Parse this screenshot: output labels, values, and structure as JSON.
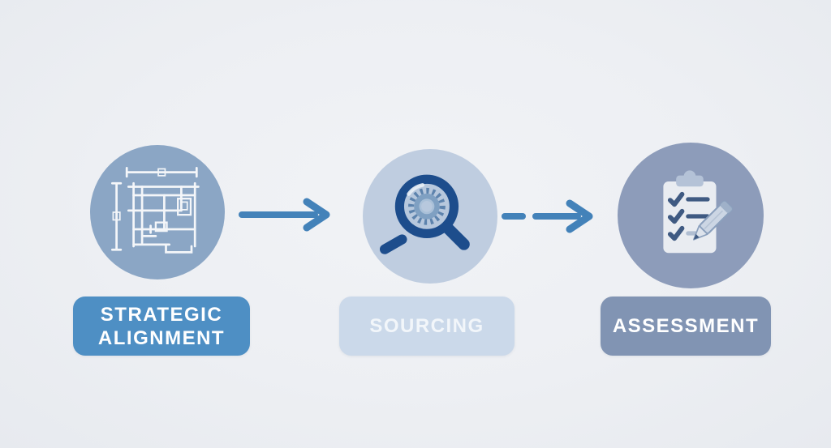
{
  "diagram": {
    "type": "process-flow",
    "background_color": "#edeff3",
    "accent_color": "#4382b9",
    "steps": [
      {
        "id": "strategic-alignment",
        "label": "STRATEGIC ALIGNMENT",
        "label_lines": [
          "STRATEGIC",
          "ALIGNMENT"
        ],
        "icon": "blueprint-icon",
        "circle_color": "#8ba6c5",
        "box_color": "#4e8fc4",
        "box_text_color": "#ffffff"
      },
      {
        "id": "sourcing",
        "label": "SOURCING",
        "label_lines": [
          "SOURCING"
        ],
        "icon": "magnifier-gear-icon",
        "circle_color": "#bfcde0",
        "box_color": "#cbd9ea",
        "box_text_color": "#f2f6fa"
      },
      {
        "id": "assessment",
        "label": "ASSESSMENT",
        "label_lines": [
          "ASSESSMENT"
        ],
        "icon": "clipboard-checklist-icon",
        "circle_color": "#8d9cba",
        "box_color": "#8194b3",
        "box_text_color": "#ffffff"
      }
    ],
    "connectors": [
      {
        "from": "strategic-alignment",
        "to": "sourcing",
        "style": "solid",
        "color": "#4382b9"
      },
      {
        "from": "sourcing",
        "to": "assessment",
        "style": "dashed-start",
        "color": "#4382b9"
      }
    ],
    "icon_colors": {
      "blueprint_line": "#f4f6f9",
      "magnifier_navy": "#1d4d8c",
      "lens_fill": "#b7c8dd",
      "gear_blue": "#5d83ad",
      "clipboard_paper": "#e9ecf1",
      "clipboard_clip": "#b4c2d7",
      "check_slate": "#3f5a82",
      "pencil_body": "#ccd6e4"
    }
  }
}
